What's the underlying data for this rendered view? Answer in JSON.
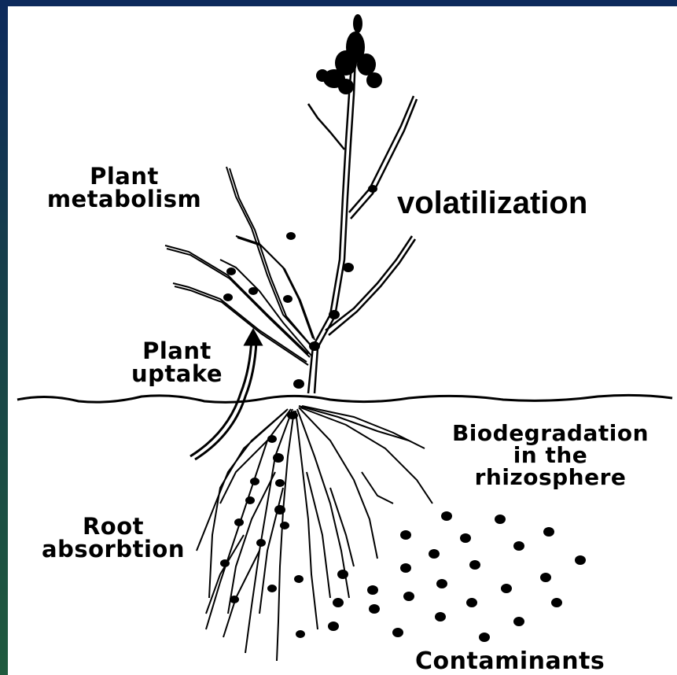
{
  "diagram": {
    "labels": {
      "plant_metabolism": [
        "Plant",
        "metabolism"
      ],
      "volatilization": "volatilization",
      "plant_uptake": [
        "Plant",
        "uptake"
      ],
      "biodegradation": [
        "Biodegradation",
        "in the",
        "rhizosphere"
      ],
      "root_absorption": [
        "Root",
        "absorbtion"
      ],
      "contaminants": "Contaminants"
    }
  },
  "colors": {
    "border_top": "#0d2a5c",
    "border_bottom": "#1f5a3e",
    "panel": "#ffffff",
    "ink": "#000000"
  }
}
